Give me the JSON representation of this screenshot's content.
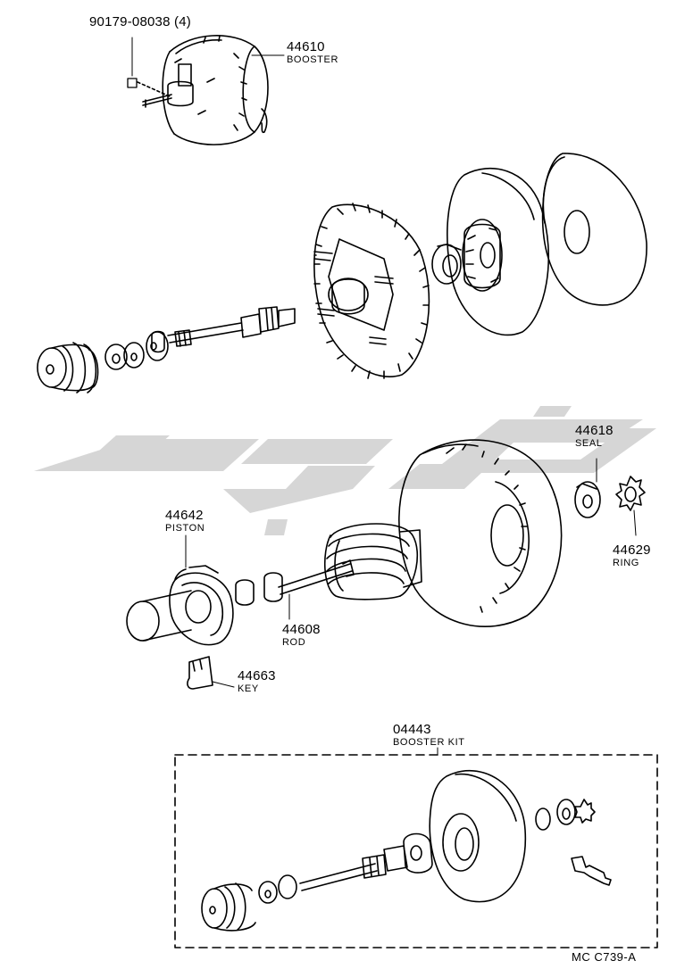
{
  "parts": [
    {
      "id": "bolt",
      "number": "90179-08038",
      "qty": "(4)"
    },
    {
      "id": "booster",
      "number": "44610",
      "name": "BOOSTER"
    },
    {
      "id": "seal",
      "number": "44618",
      "name": "SEAL"
    },
    {
      "id": "piston",
      "number": "44642",
      "name": "PISTON"
    },
    {
      "id": "ring",
      "number": "44629",
      "name": "RING"
    },
    {
      "id": "rod",
      "number": "44608",
      "name": "ROD"
    },
    {
      "id": "key",
      "number": "44663",
      "name": "KEY"
    },
    {
      "id": "kit",
      "number": "04443",
      "name": "BOOSTER KIT"
    }
  ],
  "figure_code": "MC  C739-A",
  "watermark": "ضنكي",
  "colors": {
    "line": "#000000",
    "watermark": "#d4d4d4",
    "paper": "#ffffff"
  }
}
